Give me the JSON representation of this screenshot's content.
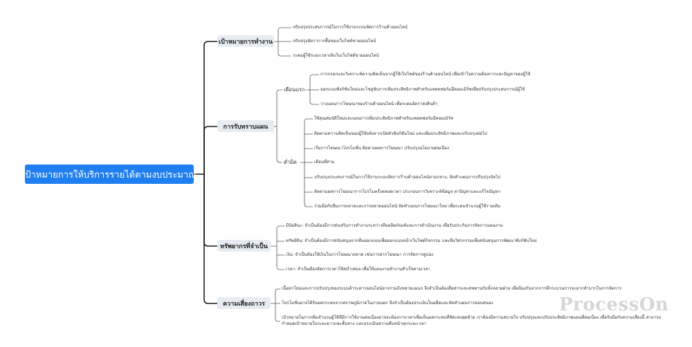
{
  "root": {
    "label": "เป้าหมายการให้บริการรายได้ตามงบประมาณ"
  },
  "branches": [
    {
      "label": "เป้าหมายการทำงาน",
      "leaves": [
        "ปรับปรุงประสบการณ์ในการใช้งานระบบจัดการร้านค้าออนไลน์",
        "ปรับปรุงอัตราการซื้อของเว็บไซต์ขายออนไลน์",
        "ระดมผู้ใช้ระยะเวลาเดิมในเว็บไซต์ขายออนไลน์"
      ]
    },
    {
      "label": "การรับทราบแผน",
      "subs": [
        {
          "label": "เดือนแรก",
          "leaves": [
            "การกรอกและวิเคราะห์ความคิดเห็นจากผู้ใช้เว็บไซต์ของร้านค้าออนไลน์ เพื่อเข้าใจความต้องการและปัญหาของผู้ใช้",
            "ออกแบบฟังก์ชันใหม่และโซลูชันการเพิ่มประสิทธิภาพสำหรับแพลตฟอร์มอีคอมเมิร์ซเพื่อปรับปรุงประสบการณ์ผู้ใช้",
            "วางแผนการโฆษณาของร้านค้าออนไลน์ เพื่อระดมอัตราส่งสินค้า"
          ]
        },
        {
          "label": "ต่ำมิต",
          "leaves": [
            "ใช้คุณสมบัติใหม่และแผนการเพิ่มประสิทธิภาพสำหรับแพลตฟอร์มอีคอมเมิร์ซ",
            "ติดตามความคิดเห็นของผู้ใช้หลังจากเปิดตัวฟังก์ชันใหม่ และเพิ่มประสิทธิภาพและปรับปรุงต่อไป",
            "เริ่มการโฆษณาโปรโมชั่น ติดตามผลการโฆษณา ปรับปรุงนโยบายต่อเนื่อง",
            "เดือนที่สาม",
            "ปรับปรุงประสบการณ์ในการใช้งานระบบจัดการร้านค้าออนไลน์ตามกลาง,  จัดทำแผนการปรับปรุงถัดไป",
            "ติดตามผลการโฆษณาการโปรโมตรั้งตลอดเวลา ประกอบการวิเคราะห์ข้อมูล หาปัญหาและแก้ไขปัญหา",
            "ร่วมมือกับทีมการตลาดและการตลาดออนไลน์ จัดทำแผนการโฆษณาใหม่ เพื่อระดมจำนวนผู้ใช้รายเดิม"
          ]
        }
      ]
    },
    {
      "label": "ทรัพยากรที่จำเป็น",
      "leaves": [
        "มีนัยสินะ: จำเป็นต้องมีการส่งเสริมการทำงานระหว่างทีมผลิตภัณฑ์และการดำเนินงาน เพื่อรับประกันการจัดการแผนงาน",
        "ทรัพย์สิน:  จำเป็นต้องมีการสนับสนุนจากทีมออกแบบเพื่อออกแบบหน้าเว็บไซต์กิจกรรม และทีมวิศวกรรมเพื่อสนับสนุนการพัฒนาฟังก์ชันใหม่",
        "เงิน:  จำเป็นต้องใช้เงินในการโฆษณาตลาด เช่นการฝากโฆษณา การจัดการคูปอง",
        "เวลา: จำเป็นต้องจัดการเวลาให้สม่ำเสมอ เพื่อให้แผนงานทำงานสำเร็จตามเวลา"
      ]
    },
    {
      "label": "ความเสี่ยงถาวร",
      "leaves": [
        "เนื้อหาใหม่และการปรับปรุงของระบบค้าระดารออนไลน์อาจรวมถึงหลายแผนก จึงจำเป็นต้องสื่อสารและสหพานกับทั้งหลายฝ่าย เพื่อป้องกันจากการที่กระบวนการจะยากลำบากในการจัดการ",
        "โปรโมชั่นอาจได้รับผลกระทบจากสภาพภูมิภาคในภายนอก จึงจำเป็นต้องประเมินในอดีตและจัดทำแผนการตอบสนอง",
        "เป้าหมายในการเพิ่มจำนวนผู้ใช้ที่มีการใช้งานต่อเนื่องอาจจะต้องการเวลาเพื่อเห็นผลกระทบที่ชัดเจนสุดท้าย เราต้องมีความสบายใจ ปรับปรุงและปรับประสิทธิภาพแผนที่ต่อเนื่อง เพื่อรับมือกับความเสี่ยงนี้ สามารถกำหนดเป้าหมายในระยะยาวและสั้นทาง และประเมินความคืบหน้าทุกระยะเวลา"
      ]
    }
  ],
  "watermark": "ProcessOn",
  "colors": {
    "root": "#1f7ef0",
    "branch_bg": "#e6ecf2",
    "line": "#1a1a1a",
    "line_light": "#555555"
  }
}
